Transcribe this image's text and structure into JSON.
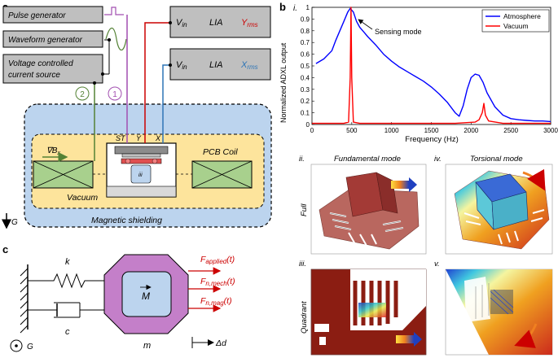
{
  "panel_a": {
    "label": "a",
    "pulse_generator": "Pulse generator",
    "waveform_generator": "Waveform generator",
    "vccs_line1": "Voltage controlled",
    "vccs_line2": "current source",
    "lia": "LIA",
    "vin": "V",
    "vin_sub": "in",
    "yrms": "Y",
    "xrms": "X",
    "rms_sub": "rms",
    "circle_1": "1",
    "circle_2": "2",
    "port_st": "ST",
    "port_y": "Y",
    "port_x": "X",
    "grad_b": "∇B",
    "grad_b_sub": "x",
    "vacuum": "Vacuum",
    "pcb_coil": "PCB Coil",
    "magnetic_shielding": "Magnetic shielding",
    "g_label": "G",
    "chip_label": "iii"
  },
  "panel_b": {
    "label": "b",
    "sub_i": "i.",
    "sub_ii": "ii.",
    "sub_iii": "iii.",
    "sub_iv": "iv.",
    "sub_v": "v.",
    "fundamental_mode": "Fundamental mode",
    "torsional_mode": "Torsional mode",
    "full": "Full",
    "quadrant": "Quadrant",
    "sensing_mode": "Sensing mode"
  },
  "chart_data": {
    "type": "line",
    "xlabel": "Frequency (Hz)",
    "ylabel": "Normalized ADXL output",
    "xlim": [
      0,
      3000
    ],
    "ylim": [
      0,
      1
    ],
    "xticks": [
      "0",
      "500",
      "1000",
      "1500",
      "2000",
      "2500",
      "3000"
    ],
    "yticks": [
      "0",
      "0.1",
      "0.2",
      "0.3",
      "0.4",
      "0.5",
      "0.6",
      "0.7",
      "0.8",
      "0.9",
      "1"
    ],
    "legend_position": "top-right",
    "series": [
      {
        "name": "Atmosphere",
        "color": "#0000ff",
        "x": [
          50,
          150,
          250,
          300,
          350,
          400,
          450,
          480,
          520,
          560,
          600,
          650,
          700,
          800,
          900,
          1000,
          1100,
          1200,
          1300,
          1400,
          1500,
          1600,
          1700,
          1800,
          1850,
          1900,
          1950,
          2000,
          2050,
          2100,
          2150,
          2200,
          2300,
          2400,
          2500,
          2600,
          2700,
          2800,
          2900,
          3000
        ],
        "y": [
          0.52,
          0.56,
          0.63,
          0.72,
          0.8,
          0.88,
          0.96,
          0.99,
          0.96,
          0.88,
          0.83,
          0.79,
          0.75,
          0.68,
          0.6,
          0.54,
          0.49,
          0.45,
          0.41,
          0.37,
          0.32,
          0.26,
          0.19,
          0.1,
          0.07,
          0.16,
          0.3,
          0.4,
          0.43,
          0.42,
          0.36,
          0.27,
          0.15,
          0.08,
          0.05,
          0.04,
          0.035,
          0.03,
          0.03,
          0.025
        ]
      },
      {
        "name": "Vacuum",
        "color": "#ff0000",
        "x": [
          0,
          400,
          460,
          480,
          490,
          500,
          520,
          600,
          1000,
          1500,
          1800,
          2050,
          2100,
          2140,
          2160,
          2180,
          2220,
          2400,
          3000
        ],
        "y": [
          0.01,
          0.01,
          0.02,
          0.4,
          1.0,
          0.4,
          0.02,
          0.01,
          0.01,
          0.01,
          0.01,
          0.02,
          0.04,
          0.1,
          0.18,
          0.08,
          0.03,
          0.01,
          0.01
        ]
      }
    ],
    "annotations": [
      "Sensing mode"
    ]
  },
  "panel_c": {
    "label": "c",
    "k": "k",
    "c": "c",
    "m": "m",
    "M": "M",
    "f_applied": "F",
    "f_applied_sub": "applied",
    "f_mech": "F",
    "f_mech_sub": "n,mech",
    "f_mag": "F",
    "f_mag_sub": "n,mag",
    "t_suffix": "(t)",
    "g_label": "G",
    "delta_d": "Δd"
  },
  "colors": {
    "box_gray": "#bfbfbf",
    "shield_blue": "#bcd4ee",
    "vacuum_yellow": "#fde49c",
    "coil_green": "#a8d08d",
    "mass_purple": "#c47fc9",
    "inner_blue": "#bcd4ee",
    "red": "#cc0000",
    "blue_line": "#2e75b6",
    "purple_line": "#a24fb0",
    "green_line": "#548235"
  }
}
